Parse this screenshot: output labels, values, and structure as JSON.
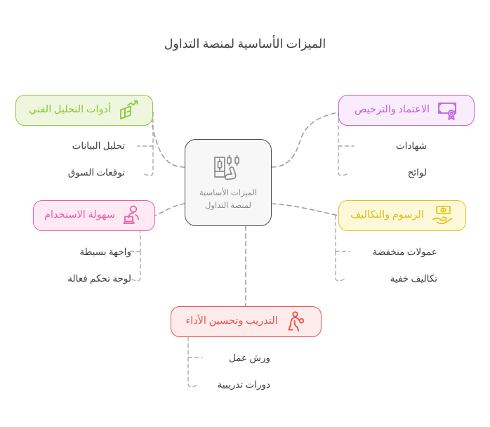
{
  "page": {
    "title": "الميزات الأساسية لمنصة التداول",
    "direction": "rtl",
    "background": "#ffffff"
  },
  "center": {
    "label": "الميزات الأساسية\nلمنصة التداول",
    "icon": "candlestick-chart-tap-icon",
    "border_color": "#4a4a4a",
    "fill_color": "#f7f7f7",
    "text_color": "#8b8b8b"
  },
  "branches": [
    {
      "id": "tech",
      "label": "أدوات التحليل الفني",
      "icon": "book-growth-arrow-icon",
      "border_color": "#8cc63f",
      "fill_color": "#eef7dd",
      "text_color": "#8cc63f",
      "children": [
        "تحليل البيانات",
        "توقعات السوق"
      ]
    },
    {
      "id": "license",
      "label": "الاعتماد والترخيص",
      "icon": "certificate-seal-icon",
      "border_color": "#c060e0",
      "fill_color": "#f9ecfd",
      "text_color": "#c060e0",
      "children": [
        "شهادات",
        "لوائح"
      ]
    },
    {
      "id": "usability",
      "label": "سهولة الاستخدام",
      "icon": "person-laptop-icon",
      "border_color": "#ef5fa7",
      "fill_color": "#fdeaf4",
      "text_color": "#ef5fa7",
      "children": [
        "واجهة بسيطة",
        "لوحة تحكم فعالة"
      ]
    },
    {
      "id": "fees",
      "label": "الرسوم والتكاليف",
      "icon": "hand-banknote-icon",
      "border_color": "#e0c520",
      "fill_color": "#fdf8d8",
      "text_color": "#ddbe16",
      "children": [
        "عمولات منخفضة",
        "تكاليف خفية"
      ]
    },
    {
      "id": "training",
      "label": "التدريب وتحسين الأداء",
      "icon": "running-person-icon",
      "border_color": "#ef5350",
      "fill_color": "#fdeceb",
      "text_color": "#ef5350",
      "children": [
        "ورش عمل",
        "دورات تدريبية"
      ]
    }
  ],
  "connectors": {
    "style": "dashed",
    "color": "#9e9e9e",
    "leaf_color": "#a8a8a8"
  }
}
